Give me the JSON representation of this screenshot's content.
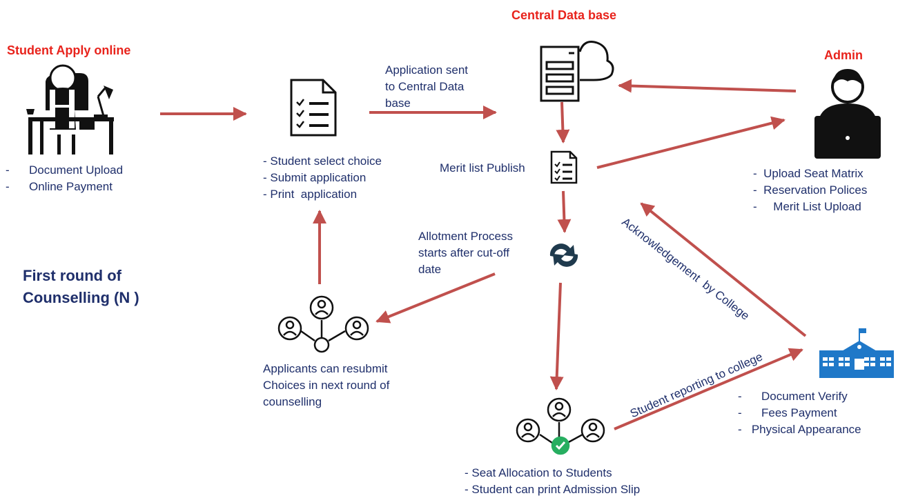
{
  "student": {
    "title": "Student Apply online",
    "items": [
      "-      Document Upload",
      "-      Online Payment"
    ]
  },
  "application": {
    "items": [
      "- Student select choice",
      "- Submit application",
      "- Print  application"
    ]
  },
  "sent_label": [
    "Application sent",
    "to Central Data",
    "base"
  ],
  "central": {
    "title": "Central Data base"
  },
  "merit": {
    "label": "Merit list Publish"
  },
  "admin": {
    "title": "Admin",
    "items": [
      "-  Upload Seat Matrix",
      "-  Reservation Polices",
      "-     Merit List Upload"
    ]
  },
  "allotment": {
    "lines": [
      "Allotment Process",
      "starts after cut-off",
      "date"
    ]
  },
  "first_round": {
    "lines": [
      "First round of",
      "Counselling (N )"
    ]
  },
  "resubmit": {
    "lines": [
      "Applicants can resubmit",
      "Choices in next round of",
      "counselling"
    ]
  },
  "seat": {
    "lines": [
      "- Seat Allocation to Students",
      "- Student can print Admission Slip"
    ]
  },
  "college": {
    "items": [
      "-      Document Verify",
      "-      Fees Payment",
      "-   Physical Appearance"
    ]
  },
  "acknowledgement": "Acknowledgement  by College",
  "reporting": "Student reporting to college",
  "colors": {
    "arrow": "#c0504d",
    "title_red": "#e8231c",
    "text_navy": "#1f2f6b",
    "college_blue": "#1f78c8",
    "check_green": "#27ae60"
  },
  "icons": [
    "student-desk-icon",
    "checklist-document-icon",
    "server-cloud-icon",
    "small-document-icon",
    "admin-laptop-icon",
    "refresh-cycle-icon",
    "applicants-network-icon",
    "allocated-network-icon",
    "college-building-icon"
  ]
}
